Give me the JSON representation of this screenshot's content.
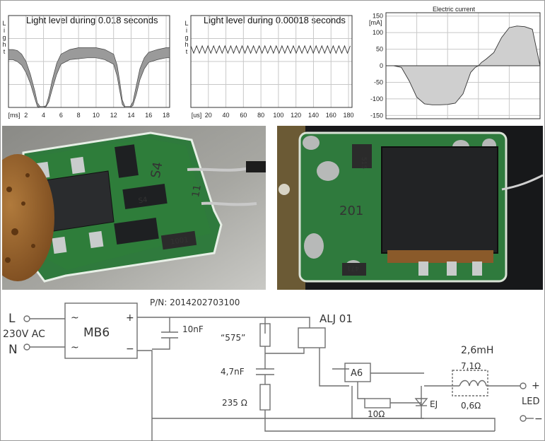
{
  "chart_data": [
    {
      "type": "line",
      "title": "Light level during 0.018 seconds",
      "ylabel": "Light",
      "x_unit": "[ms]",
      "x_ticks": [
        2,
        4,
        6,
        8,
        10,
        12,
        14,
        16,
        18
      ],
      "xlim": [
        0,
        18.4
      ],
      "ylim": [
        0,
        1
      ],
      "series": [
        {
          "x": [
            0,
            0.5,
            1,
            1.5,
            2,
            2.5,
            3,
            3.3,
            3.6,
            4,
            4.3,
            4.6,
            5,
            5.5,
            6,
            7,
            8,
            9,
            10,
            11,
            12,
            12.4,
            12.7,
            13,
            13.3,
            13.6,
            13.9,
            14.2,
            14.6,
            15,
            15.5,
            16,
            17,
            18,
            18.4
          ],
          "upper": [
            0.63,
            0.63,
            0.62,
            0.58,
            0.5,
            0.36,
            0.18,
            0.05,
            0.01,
            0.01,
            0.02,
            0.12,
            0.3,
            0.48,
            0.58,
            0.63,
            0.65,
            0.65,
            0.65,
            0.63,
            0.58,
            0.46,
            0.28,
            0.08,
            0.01,
            0.01,
            0.01,
            0.06,
            0.24,
            0.42,
            0.54,
            0.6,
            0.63,
            0.65,
            0.65
          ],
          "lower": [
            0.52,
            0.52,
            0.5,
            0.46,
            0.38,
            0.26,
            0.1,
            0.01,
            0,
            0,
            0.01,
            0.06,
            0.2,
            0.36,
            0.47,
            0.52,
            0.53,
            0.54,
            0.54,
            0.52,
            0.47,
            0.34,
            0.18,
            0.03,
            0,
            0,
            0,
            0.02,
            0.14,
            0.3,
            0.42,
            0.49,
            0.52,
            0.54,
            0.54
          ]
        }
      ]
    },
    {
      "type": "line",
      "title": "Light level during 0.00018 seconds",
      "ylabel": "Light",
      "x_unit": "[us]",
      "x_ticks": [
        20,
        40,
        60,
        80,
        100,
        120,
        140,
        160,
        180
      ],
      "xlim": [
        0,
        184
      ],
      "ylim": [
        0,
        1
      ],
      "series": [
        {
          "name": "",
          "mean": 0.63,
          "ripple": 0.04,
          "period_us": 6.5
        }
      ]
    },
    {
      "type": "area",
      "title": "Electric current",
      "ylabel": "[mA]",
      "y_ticks": [
        150,
        100,
        50,
        0,
        -50,
        -100,
        -150
      ],
      "ylim": [
        -160,
        160
      ],
      "series": [
        {
          "x": [
            0,
            0.05,
            0.1,
            0.15,
            0.2,
            0.25,
            0.3,
            0.35,
            0.4,
            0.45,
            0.5,
            0.55,
            0.58,
            0.6,
            0.62,
            0.65,
            0.7,
            0.75,
            0.8,
            0.85,
            0.9,
            0.95,
            1
          ],
          "y": [
            0,
            0,
            -5,
            -45,
            -95,
            -115,
            -118,
            -118,
            -117,
            -113,
            -85,
            -20,
            -5,
            0,
            10,
            20,
            40,
            85,
            115,
            120,
            118,
            110,
            0
          ]
        }
      ]
    }
  ],
  "photos": [
    {
      "components": [
        "S4",
        "S4",
        "11",
        "1001"
      ]
    },
    {
      "components": [
        "515",
        "201",
        "471"
      ]
    }
  ],
  "schematic": {
    "part_number": "P/N: 2014202703100",
    "input_l": "L",
    "input_voltage": "230V AC",
    "input_n": "N",
    "bridge": "MB6",
    "bridge_plus": "+",
    "bridge_minus": "−",
    "bridge_ac1": "~",
    "bridge_ac2": "~",
    "cap1": "10nF",
    "r_575": "“575”",
    "cap2": "4,7nF",
    "r_235": "235 Ω",
    "ic": "ALJ 01",
    "transistor": "A6",
    "r_10": "10Ω",
    "diode": "EJ",
    "inductor": "2,6mH",
    "r_coil": "7,1Ω",
    "r_06": "0,6Ω",
    "led_label": "LED",
    "led_plus": "+",
    "led_minus": "−"
  }
}
